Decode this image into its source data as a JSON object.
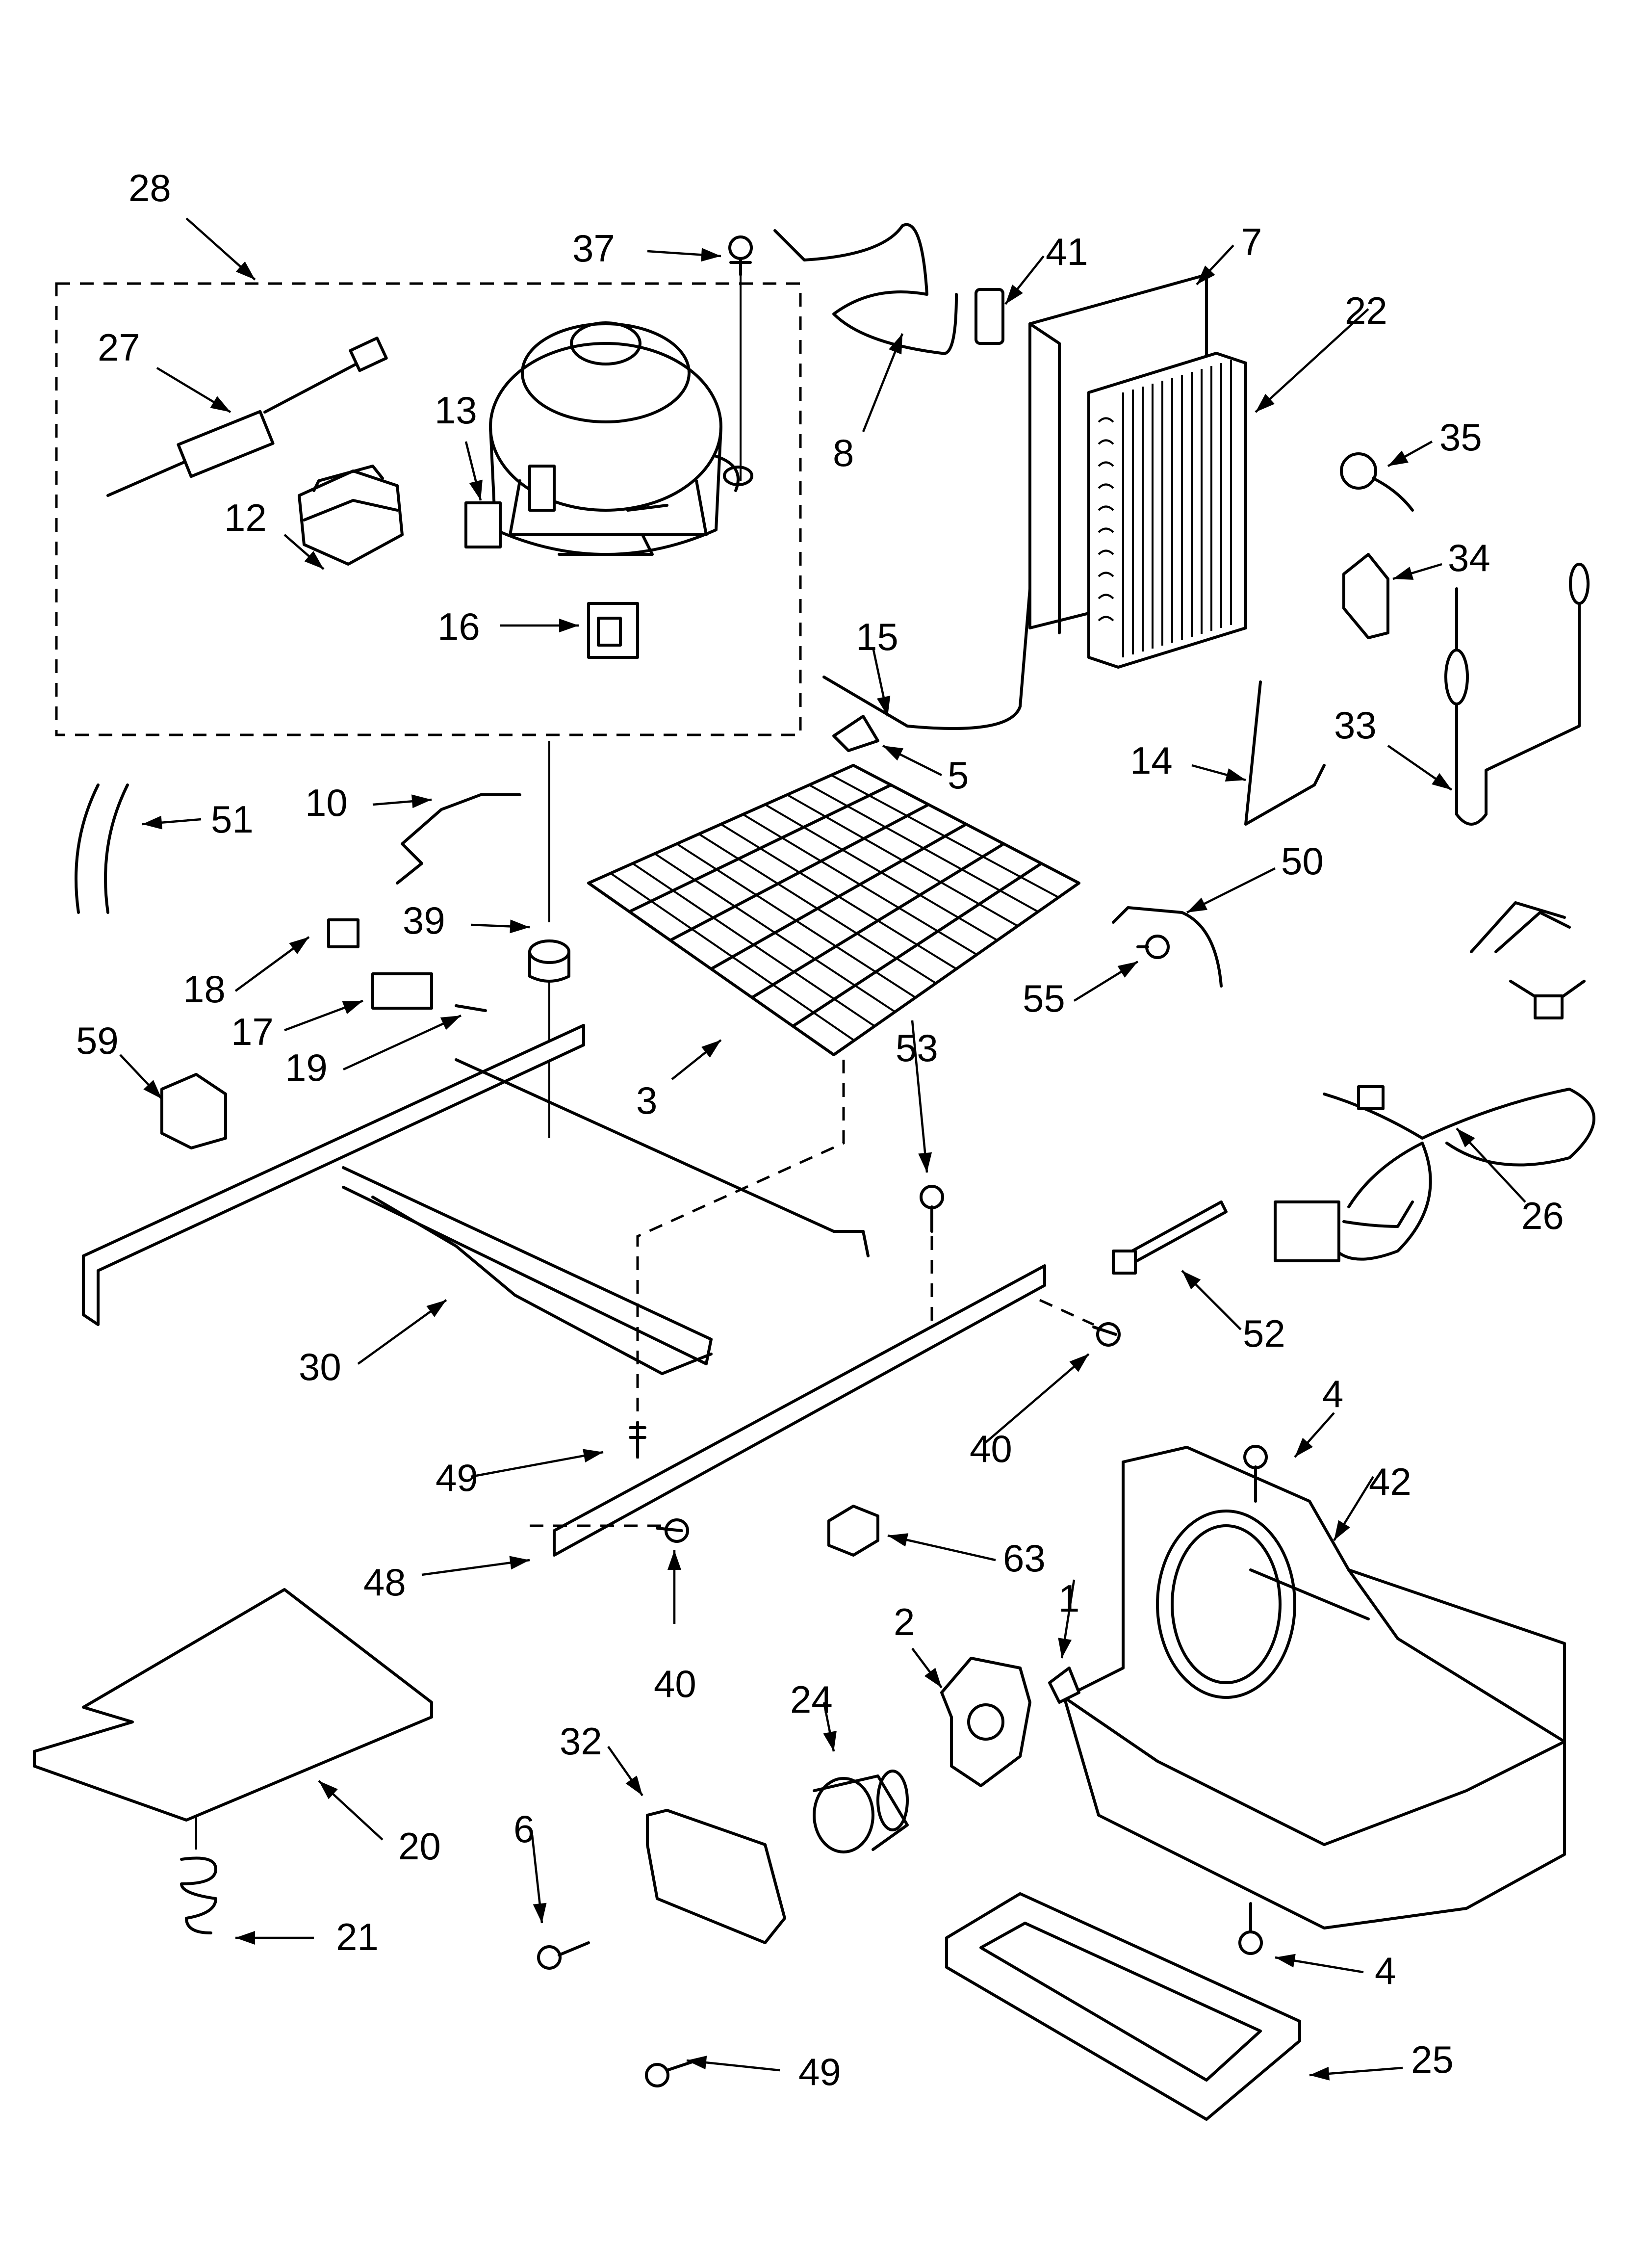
{
  "labels": [
    "1",
    "2",
    "3",
    "4",
    "5",
    "6",
    "7",
    "8",
    "10",
    "12",
    "13",
    "14",
    "15",
    "16",
    "17",
    "18",
    "19",
    "20",
    "21",
    "22",
    "24",
    "25",
    "26",
    "27",
    "28",
    "30",
    "32",
    "33",
    "34",
    "35",
    "37",
    "39",
    "40",
    "41",
    "42",
    "48",
    "49",
    "50",
    "51",
    "52",
    "53",
    "55",
    "59",
    "63"
  ]
}
